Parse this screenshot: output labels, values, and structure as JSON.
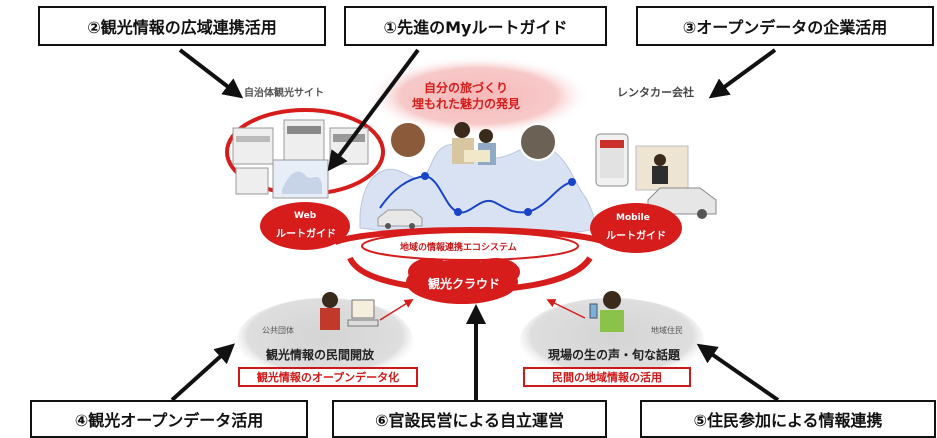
{
  "callouts": {
    "c1": "①先進のMyルートガイド",
    "c2": "②観光情報の広域連携活用",
    "c3": "③オープンデータの企業活用",
    "c4": "④観光オープンデータ活用",
    "c5": "⑤住民参加による情報連携",
    "c6": "⑥官設民営による自立運営"
  },
  "center": {
    "bubble_line1": "自分の旅づくり",
    "bubble_line2": "埋もれた魅力の発見",
    "ecosystem": "地域の情報連携エコシステム",
    "cloud": "観光クラウド"
  },
  "left_top": {
    "title": "自治体観光サイト"
  },
  "right_top": {
    "title": "レンタカー会社"
  },
  "web_guide": {
    "line1": "Web",
    "line2": "ルートガイド"
  },
  "mobile_guide": {
    "line1": "Mobile",
    "line2": "ルートガイド"
  },
  "public_body": {
    "tag": "公共団体",
    "caption": "観光情報の民間開放",
    "redbox": "観光情報のオープンデータ化"
  },
  "residents": {
    "tag": "地域住民",
    "caption": "現場の生の声・旬な話題",
    "redbox": "民間の地域情報の活用"
  },
  "colors": {
    "red": "#d71c1c",
    "pink": "#f4a6a6",
    "blue": "#1a44c8",
    "gray": "#d8d8d8"
  }
}
